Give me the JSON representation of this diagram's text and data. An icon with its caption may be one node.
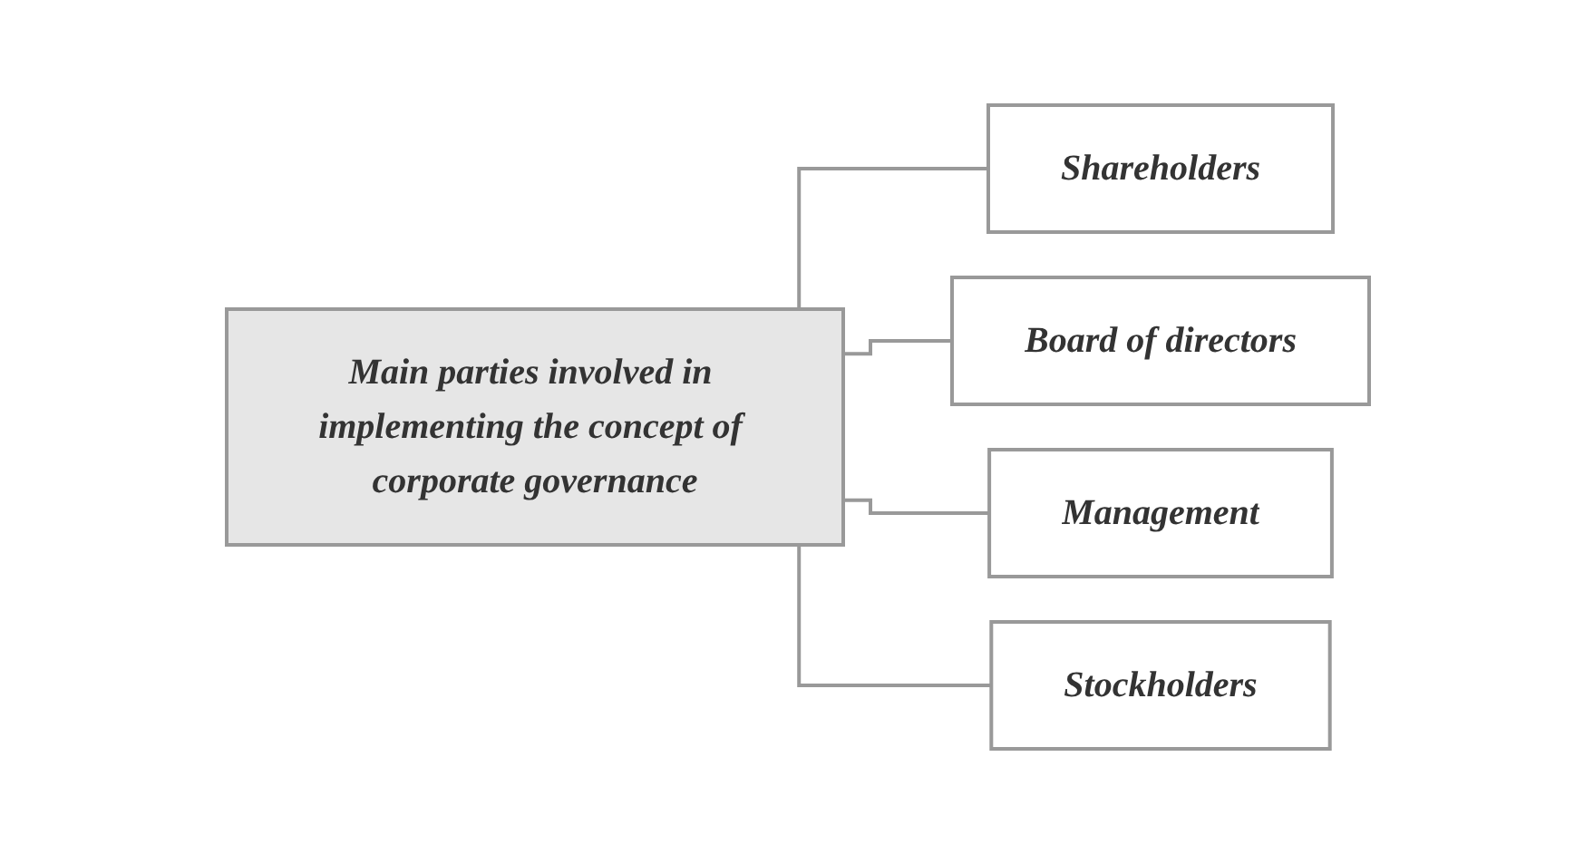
{
  "diagram": {
    "nodes": [
      {
        "text": [
          "Main parties involved in implementing the concept of corporate governance"
        ]
      },
      {
        "text": [
          "Shareholders"
        ]
      },
      {
        "text": [
          "Board of directors"
        ]
      },
      {
        "text": [
          "Management"
        ]
      },
      {
        "text": [
          "Stockholders"
        ]
      }
    ],
    "edges": [
      {
        "from": 0,
        "to": 1,
        "arrow": "none"
      },
      {
        "from": 0,
        "to": 2,
        "arrow": "none"
      },
      {
        "from": 0,
        "to": 3,
        "arrow": "none"
      },
      {
        "from": 0,
        "to": 4,
        "arrow": "none"
      }
    ]
  }
}
